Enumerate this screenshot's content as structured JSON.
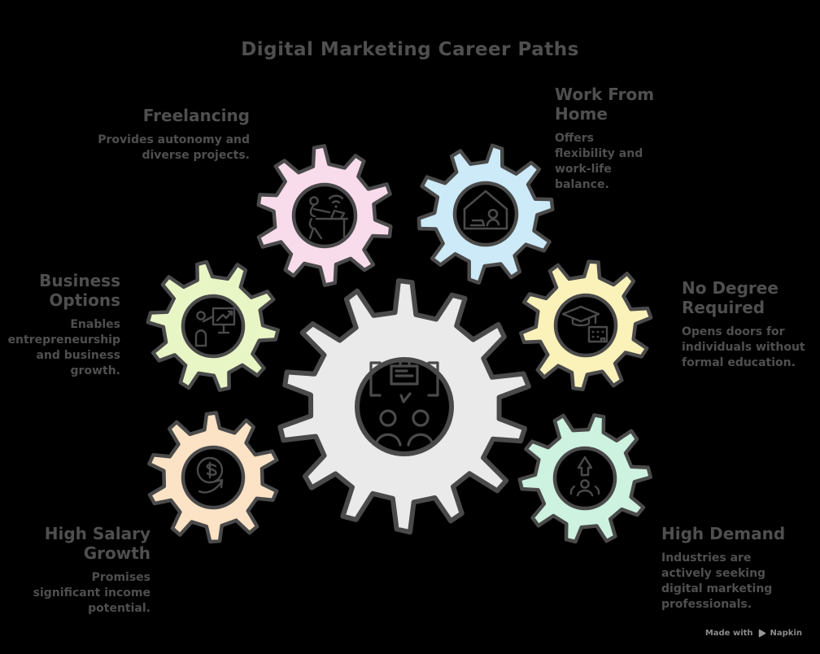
{
  "title": "Digital Marketing Career Paths",
  "colors": {
    "background": "#000000",
    "outline": "#4a4a4a",
    "text": "#4f4f4f",
    "footer_text": "#8b8b8b",
    "logo": "#9a9a9a"
  },
  "center_gear": {
    "icon": "presentation-meeting-icon",
    "color": "#eaeaea"
  },
  "gears": [
    {
      "id": "freelancing",
      "title": "Freelancing",
      "description": "Provides autonomy and diverse projects.",
      "color": "#f9dcec",
      "icon": "person-at-desk-icon"
    },
    {
      "id": "work-from-home",
      "title": "Work From Home",
      "description": "Offers flexibility and work-life balance.",
      "color": "#cdeaf8",
      "icon": "home-office-icon"
    },
    {
      "id": "business-options",
      "title": "Business Options",
      "description": "Enables entrepreneurship and business growth.",
      "color": "#e8f6c6",
      "icon": "presenter-growth-icon"
    },
    {
      "id": "no-degree-required",
      "title": "No Degree Required",
      "description": "Opens doors for individuals without formal education.",
      "color": "#fbf2ba",
      "icon": "graduation-cap-icon"
    },
    {
      "id": "high-salary-growth",
      "title": "High Salary Growth",
      "description": "Promises significant income potential.",
      "color": "#fce3c6",
      "icon": "salary-growth-icon"
    },
    {
      "id": "high-demand",
      "title": "High Demand",
      "description": "Industries are actively seeking digital marketing professionals.",
      "color": "#cdf2e0",
      "icon": "talent-demand-icon"
    }
  ],
  "footer": {
    "made_with": "Made with",
    "brand": "Napkin"
  }
}
